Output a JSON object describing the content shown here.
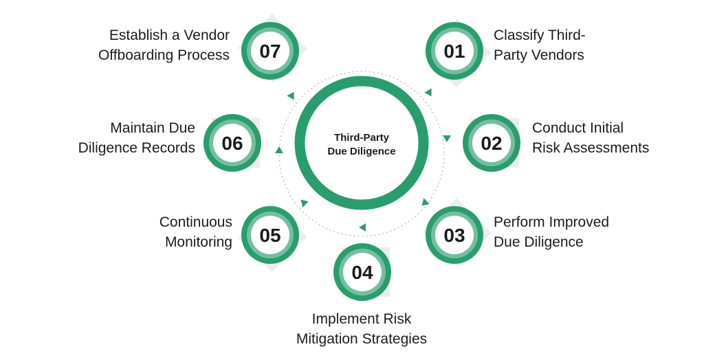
{
  "center": {
    "line1": "Third-Party",
    "line2": "Due Diligence"
  },
  "colors": {
    "primary": "#2a9d6d",
    "panel": "#dcdcdc",
    "ring_inner": "#ffffff",
    "dots": "#9aa3a0"
  },
  "steps": [
    {
      "number": "01",
      "line1": "Classify Third-",
      "line2": "Party Vendors"
    },
    {
      "number": "02",
      "line1": "Conduct Initial",
      "line2": "Risk Assessments"
    },
    {
      "number": "03",
      "line1": "Perform Improved",
      "line2": "Due Diligence"
    },
    {
      "number": "04",
      "line1": "Implement Risk",
      "line2": "Mitigation Strategies"
    },
    {
      "number": "05",
      "line1": "Continuous",
      "line2": "Monitoring"
    },
    {
      "number": "06",
      "line1": "Maintain Due",
      "line2": "Diligence Records"
    },
    {
      "number": "07",
      "line1": "Establish a Vendor",
      "line2": "Offboarding Process"
    }
  ]
}
